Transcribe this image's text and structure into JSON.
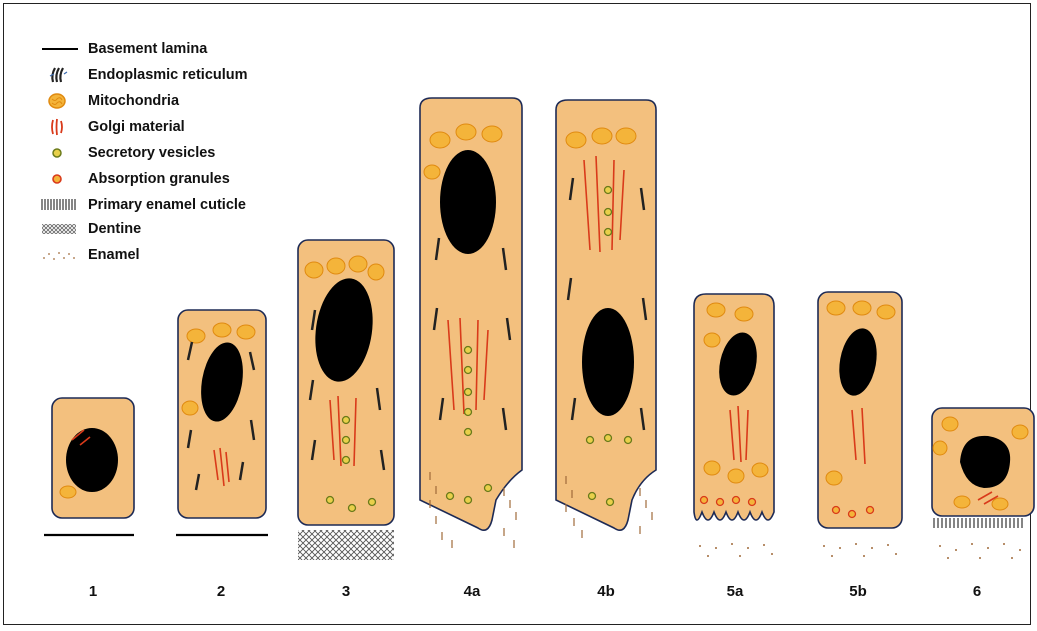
{
  "legend": [
    {
      "label": "Basement lamina",
      "icon": "line-icon"
    },
    {
      "label": "Endoplasmic reticulum",
      "icon": "er-icon"
    },
    {
      "label": "Mitochondria",
      "icon": "mitochondria-icon"
    },
    {
      "label": "Golgi material",
      "icon": "golgi-icon"
    },
    {
      "label": "Secretory vesicles",
      "icon": "vesicle-icon"
    },
    {
      "label": "Absorption granules",
      "icon": "granule-icon"
    },
    {
      "label": "Primary enamel cuticle",
      "icon": "cuticle-icon"
    },
    {
      "label": "Dentine",
      "icon": "dentine-icon"
    },
    {
      "label": "Enamel",
      "icon": "enamel-icon"
    }
  ],
  "stages": [
    "1",
    "2",
    "3",
    "4a",
    "4b",
    "5a",
    "5b",
    "6"
  ],
  "colors": {
    "cytoplasm": "#f3c07e",
    "outline": "#1d2a55",
    "nucleus": "#000000",
    "mitochondria": "#f0a020",
    "golgi": "#d93a1a",
    "vesicle": "#8a9a2a",
    "granule": "#d93a1a",
    "er": "#222222"
  }
}
